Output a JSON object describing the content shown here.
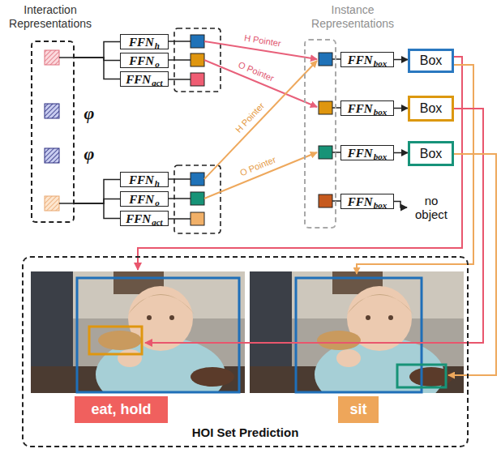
{
  "diagram": {
    "nodes": [
      {
        "text": [
          "Interaction Representations"
        ]
      },
      {
        "text": [
          "FFN",
          "h"
        ]
      },
      {
        "text": [
          "FFN",
          "o"
        ]
      },
      {
        "text": [
          "FFN",
          "act"
        ]
      },
      {
        "text": [
          "FFN",
          "h"
        ]
      },
      {
        "text": [
          "FFN",
          "o"
        ]
      },
      {
        "text": [
          "FFN",
          "act"
        ]
      },
      {
        "text": [
          "Instance Representations"
        ]
      },
      {
        "text": [
          "FFN",
          "box"
        ]
      },
      {
        "text": [
          "FFN",
          "box"
        ]
      },
      {
        "text": [
          "FFN",
          "box"
        ]
      },
      {
        "text": [
          "FFN",
          "box"
        ]
      },
      {
        "text": [
          "Box"
        ]
      },
      {
        "text": [
          "Box"
        ]
      },
      {
        "text": [
          "Box"
        ]
      },
      {
        "text": [
          "no object"
        ]
      },
      {
        "text": [
          "HOI Set Prediction"
        ]
      },
      {
        "text": [
          "eat, hold"
        ],
        "in": 16
      },
      {
        "text": [
          "sit"
        ],
        "in": 16
      }
    ],
    "edges": [
      {
        "from": 0,
        "to": 1,
        "arrow": "none"
      },
      {
        "from": 0,
        "to": 2,
        "arrow": "none"
      },
      {
        "from": 0,
        "to": 3,
        "arrow": "none"
      },
      {
        "from": 0,
        "to": 4,
        "arrow": "none"
      },
      {
        "from": 0,
        "to": 5,
        "arrow": "none"
      },
      {
        "from": 0,
        "to": 6,
        "arrow": "none"
      },
      {
        "from": 8,
        "to": 12,
        "arrow": "to"
      },
      {
        "from": 9,
        "to": 13,
        "arrow": "to"
      },
      {
        "from": 10,
        "to": 14,
        "arrow": "to"
      },
      {
        "from": 11,
        "to": 15,
        "arrow": "to"
      }
    ],
    "labels": [
      "φ",
      "φ",
      "H Pointer",
      "O Pointer",
      "H Pointer",
      "O Pointer"
    ]
  }
}
